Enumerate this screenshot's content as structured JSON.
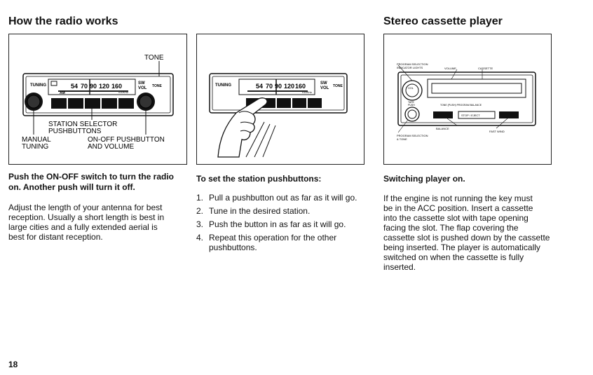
{
  "left": {
    "heading": "How the radio works",
    "figure_labels": {
      "tone": "TONE",
      "tuning": "TUNING",
      "am": "AM",
      "dial": [
        "54",
        "70",
        "90",
        "120",
        "160"
      ],
      "khz": "x10KHz",
      "sw_vol": [
        "SW",
        "VOL"
      ],
      "tone_small": "TONE",
      "station_selector": [
        "STATION SELECTOR",
        "PUSHBUTTONS"
      ],
      "manual_tuning": [
        "MANUAL",
        "TUNING"
      ],
      "on_off": [
        "ON-OFF PUSHBUTTON",
        "AND VOLUME"
      ]
    },
    "subheading": [
      "Push the ON-OFF switch to turn the radio",
      "on. Another push will turn it off."
    ],
    "paragraph": [
      "Adjust the length of your antenna for best",
      "reception. Usually a short length is best in",
      "large cities and a fully extended aerial is",
      "best for distant reception."
    ]
  },
  "middle": {
    "figure_labels": {
      "tuning": "TUNING",
      "dial": [
        "54",
        "70",
        "90",
        "120",
        "160"
      ],
      "khz": "x10KHz",
      "sw_vol": [
        "SW",
        "VOL"
      ],
      "tone_small": "TONE"
    },
    "subheading": "To set the station pushbuttons:",
    "steps": [
      {
        "num": "1.",
        "lines": [
          "Pull a pushbutton out as far as it will go."
        ]
      },
      {
        "num": "2.",
        "lines": [
          "Tune in the desired station."
        ]
      },
      {
        "num": "3.",
        "lines": [
          "Push the button in as far as it will go."
        ]
      },
      {
        "num": "4.",
        "lines": [
          "Repeat  this  operation  for  the  other",
          "pushbuttons."
        ]
      }
    ]
  },
  "right": {
    "heading": "Stereo cassette player",
    "figure_labels": {
      "program_selection_lights": [
        "PROGRAM SELECTION",
        "INDICATOR LIGHTS"
      ],
      "volume": "VOLUME",
      "cassette": "CASSETTE",
      "vol": "VOL",
      "tape_push": [
        "TAPE",
        "PUSH"
      ],
      "tone_push": "TONE (PUSH) PROGRAM  BALANCE",
      "stop_eject": "STOP / EJECT",
      "balance": "BALANCE",
      "fast_wind": "FAST WIND",
      "program_selection_tone": [
        "PROGRAM SELECTION",
        "& TONE"
      ]
    },
    "subheading": "Switching player on.",
    "paragraph": [
      "If  the  engine  is  not  running  the  key  must",
      "be  in  the  ACC  position.  Insert  a  cassette",
      "into  the  cassette  slot  with  tape  opening",
      "facing  the  slot.  The  flap  covering  the",
      "cassette slot is pushed down by the cassette",
      "being inserted. The player is automatically",
      "switched  on  when  the  cassette  is  fully",
      "inserted."
    ]
  },
  "page_number": "18"
}
